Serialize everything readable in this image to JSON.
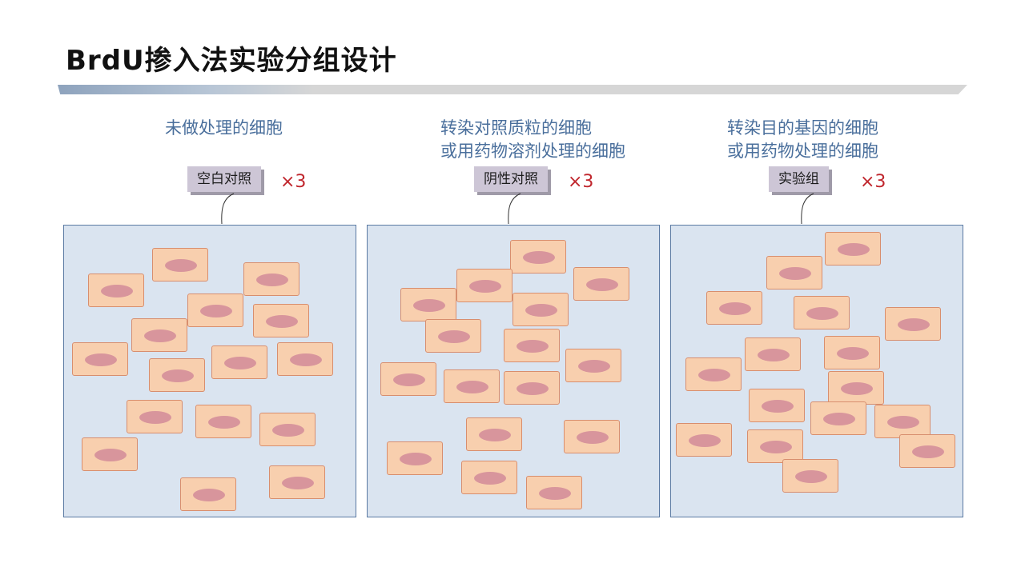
{
  "title": "BrdU掺入法实验分组设计",
  "groups": [
    {
      "desc_lines": [
        "未做处理的细胞"
      ],
      "tag": "空白对照",
      "multiplier": "×3"
    },
    {
      "desc_lines": [
        "转染对照质粒的细胞",
        "或用药物溶剂处理的细胞"
      ],
      "tag": "阴性对照",
      "multiplier": "×3"
    },
    {
      "desc_lines": [
        "转染目的基因的细胞",
        "或用药物处理的细胞"
      ],
      "tag": "实验组",
      "multiplier": "×3"
    }
  ],
  "colors": {
    "dish_fill": "#dae4f0",
    "dish_border": "#5b7aa3",
    "cell_fill": "#f8cfae",
    "nucleus_fill": "#d8959c",
    "desc_text": "#4a6f9c",
    "multiplier_text": "#c0262d",
    "tag_fill": "#cdc6d6"
  }
}
